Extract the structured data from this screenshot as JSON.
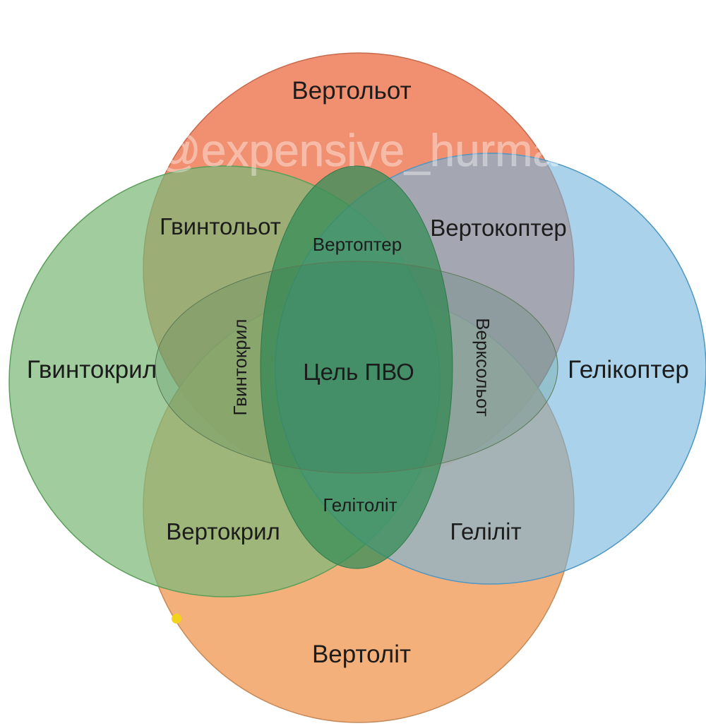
{
  "watermark": "@expensive_hurma",
  "circles": {
    "top": {
      "label": "Вертольот",
      "color": "#ee8462"
    },
    "left": {
      "label": "Гвинтокрил",
      "color": "#7db878"
    },
    "right": {
      "label": "Гелікоптер",
      "color": "#72b6dd"
    },
    "bottom": {
      "label": "Вертоліт",
      "color": "#f2a76b"
    },
    "center": {
      "color": "#3a8e5a"
    }
  },
  "regions": {
    "top_left": "Гвинтольот",
    "top_right": "Вертокоптер",
    "top_center": "Вертоптер",
    "center_left": "Гвинтокрил",
    "center_right": "Верксольот",
    "center": "Цель ПВО",
    "bottom_center": "Гелітоліт",
    "bottom_left": "Вертокрил",
    "bottom_right": "Геліліт"
  }
}
